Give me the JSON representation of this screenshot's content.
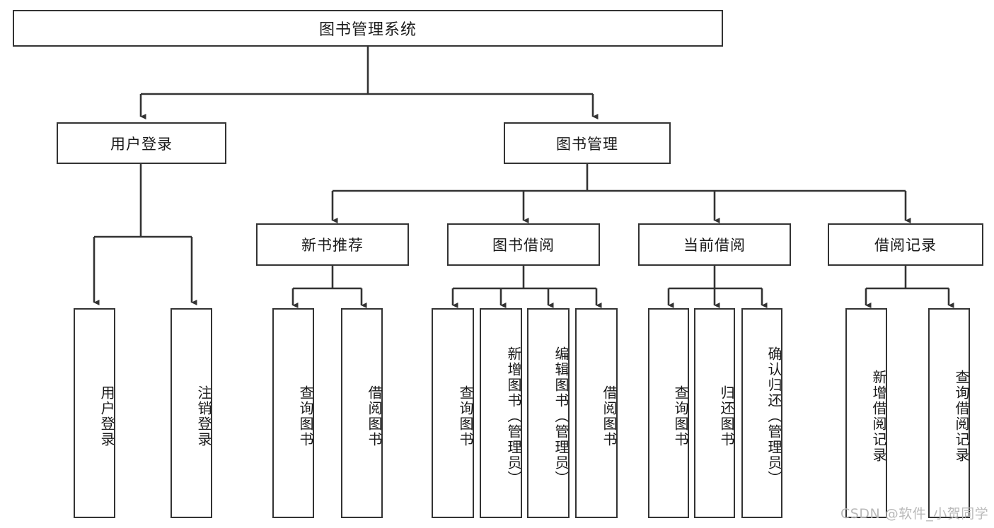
{
  "diagram": {
    "type": "hierarchy-tree",
    "title": "图书管理系统",
    "watermark": "CSDN @软件_小贺同学",
    "colors": {
      "background": "#ffffff",
      "border": "#333333",
      "text": "#1a1a1a",
      "watermark": "#b9b9b9"
    },
    "root": {
      "label": "图书管理系统"
    },
    "level1": [
      {
        "label": "用户登录"
      },
      {
        "label": "图书管理"
      }
    ],
    "level2": [
      {
        "label": "新书推荐"
      },
      {
        "label": "图书借阅"
      },
      {
        "label": "当前借阅"
      },
      {
        "label": "借阅记录"
      }
    ],
    "leaves": {
      "user_login": [
        {
          "label": "用户登录"
        },
        {
          "label": "注销登录"
        }
      ],
      "new_book_recommend": [
        {
          "label": "查询图书"
        },
        {
          "label": "借阅图书"
        }
      ],
      "book_borrow": [
        {
          "label": "查询图书"
        },
        {
          "label": "新增图书（管理员）"
        },
        {
          "label": "编辑图书（管理员）"
        },
        {
          "label": "借阅图书"
        }
      ],
      "current_borrow": [
        {
          "label": "查询图书"
        },
        {
          "label": "归还图书"
        },
        {
          "label": "确认归还（管理员）"
        }
      ],
      "borrow_record": [
        {
          "label": "新增借阅记录"
        },
        {
          "label": "查询借阅记录"
        }
      ]
    }
  }
}
